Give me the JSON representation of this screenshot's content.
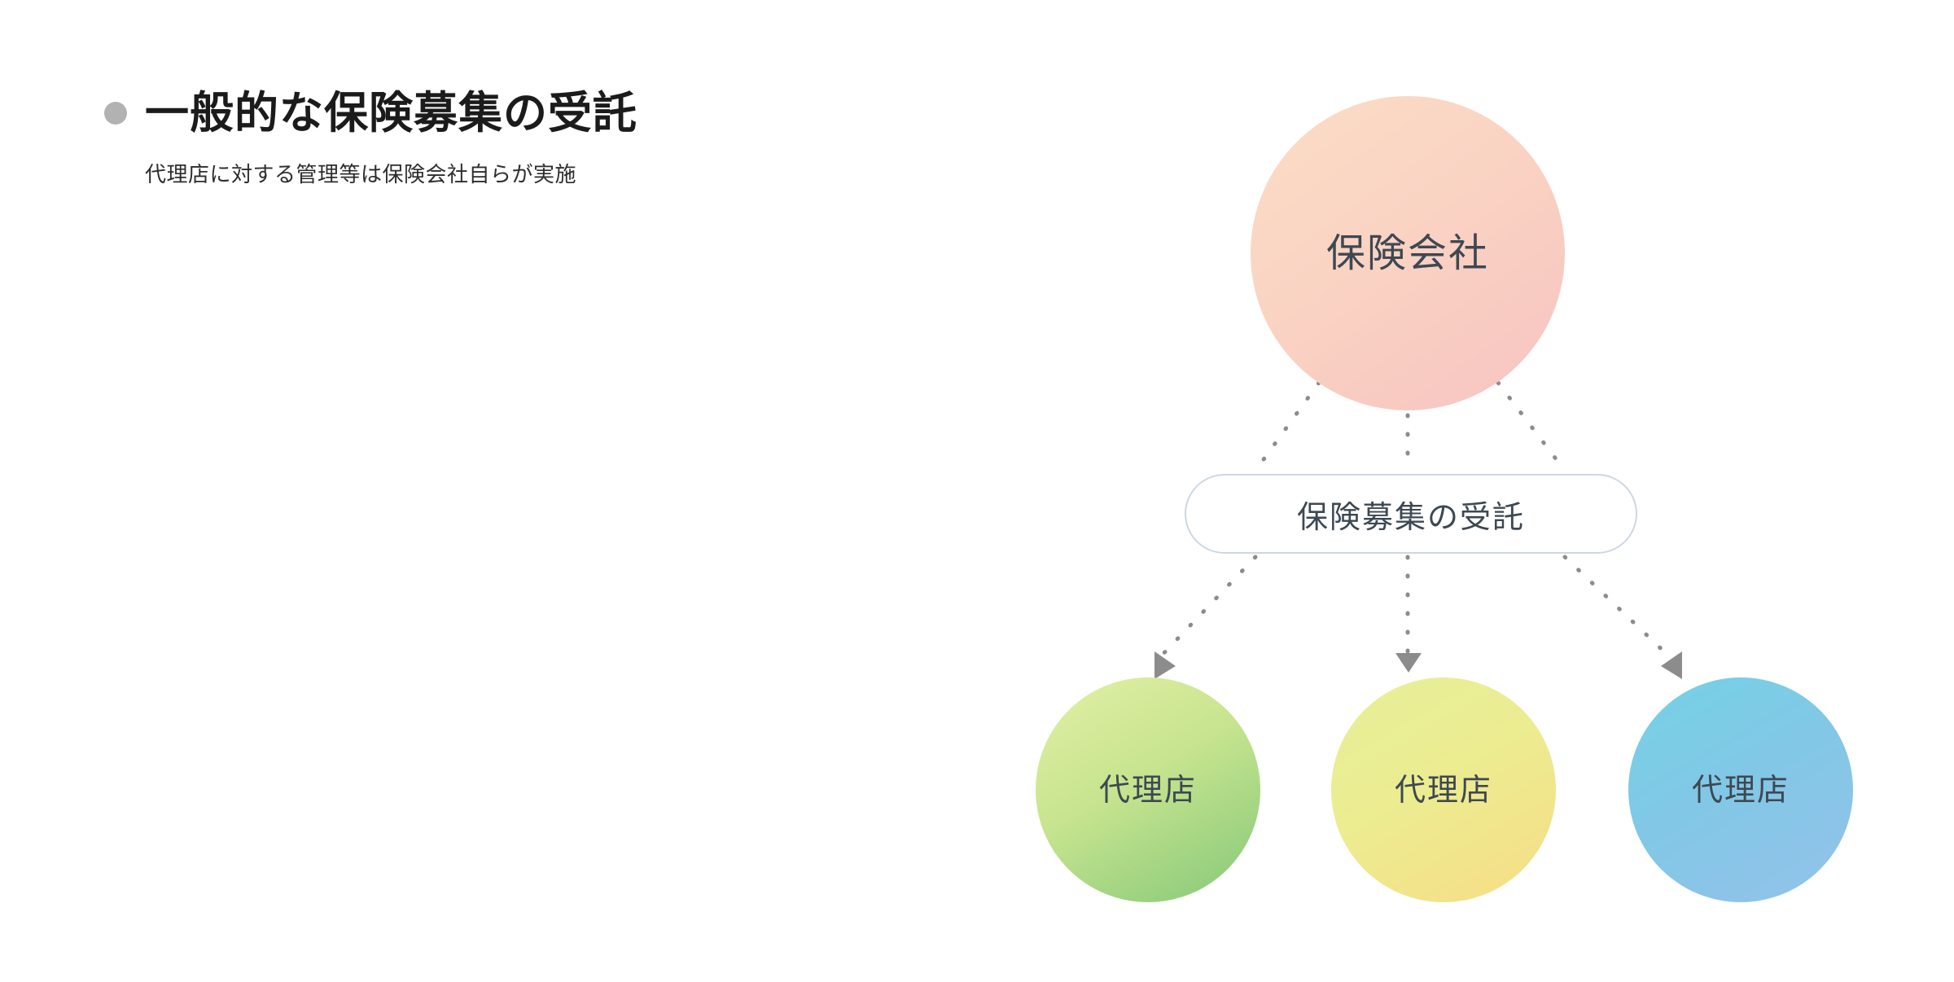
{
  "heading": {
    "bullet": "bullet-dot",
    "title": "一般的な保険募集の受託",
    "subtitle": "代理店に対する管理等は保険会社自らが実施"
  },
  "diagram": {
    "type": "hierarchy",
    "root": {
      "label": "保険会社",
      "color": "#f8cdc2"
    },
    "relation_pill": {
      "label": "保険募集の受託",
      "border_color": "#ccd8e2",
      "fill": "#ffffff"
    },
    "children": [
      {
        "label": "代理店",
        "color": "#a9d98a"
      },
      {
        "label": "代理店",
        "color": "#eee48d"
      },
      {
        "label": "代理店",
        "color": "#83c9e6"
      }
    ],
    "connector": {
      "style": "dotted",
      "color": "#8c8c8c",
      "arrowhead": "triangle"
    },
    "text_color": "#3d4852"
  }
}
